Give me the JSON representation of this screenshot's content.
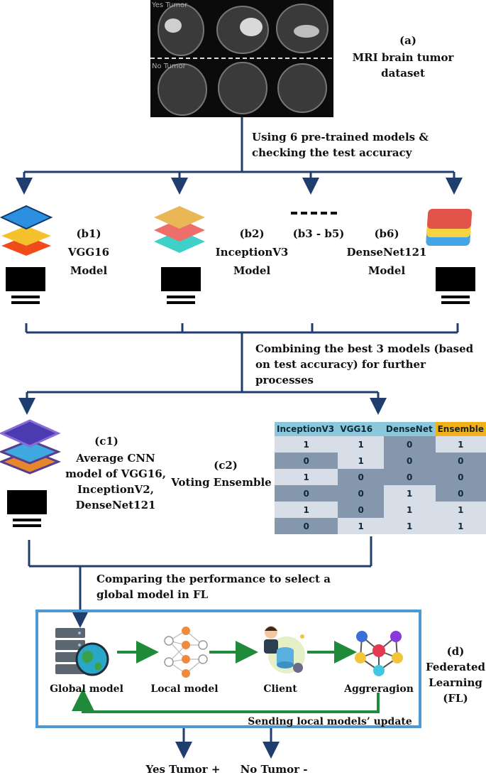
{
  "mri": {
    "yes_tag": "Yes Tumor",
    "no_tag": "No Tumor"
  },
  "labels": {
    "a_id": "(a)",
    "a_title": "MRI brain tumor dataset",
    "step1": "Using 6 pre-trained models & checking the test accuracy",
    "b1_id": "(b1)",
    "b1_name": "VGG16",
    "b1_model": "Model",
    "b2_id": "(b2)",
    "b2_name": "InceptionV3",
    "b2_model": "Model",
    "b35_id": "(b3 - b5)",
    "b6_id": "(b6)",
    "b6_name": "DenseNet121",
    "b6_model": "Model",
    "step2": "Combining the best 3 models (based on test accuracy) for further processes",
    "c1_id": "(c1)",
    "c1_title": "Average CNN model of VGG16, InceptionV2, DenseNet121",
    "c2_id": "(c2)",
    "c2_title": "Voting Ensemble",
    "step3": "Comparing the performance to select a global model in FL",
    "d_id": "(d)",
    "d_title": "Federated Learning (FL)",
    "output_yes": "Yes Tumor +",
    "output_no": "No Tumor -"
  },
  "fl": {
    "global": "Global model",
    "local": "Local model",
    "client": "Client",
    "aggregation": "Aggreragion",
    "update": "Sending local models’ update"
  },
  "vote_table": {
    "headers": [
      "InceptionV3",
      "VGG16",
      "DenseNet",
      "Ensemble"
    ],
    "rows": [
      [
        "1",
        "1",
        "0",
        "1"
      ],
      [
        "0",
        "1",
        "0",
        "0"
      ],
      [
        "1",
        "0",
        "0",
        "0"
      ],
      [
        "0",
        "0",
        "1",
        "0"
      ],
      [
        "1",
        "0",
        "1",
        "1"
      ],
      [
        "0",
        "1",
        "1",
        "1"
      ]
    ]
  },
  "colors": {
    "arrow": "#1f3e6e",
    "fl_border": "#4b9ad3",
    "fl_arrow": "#1e8a3a",
    "ensemble_header": "#f0b21a",
    "table_header": "#8cc8dc"
  }
}
